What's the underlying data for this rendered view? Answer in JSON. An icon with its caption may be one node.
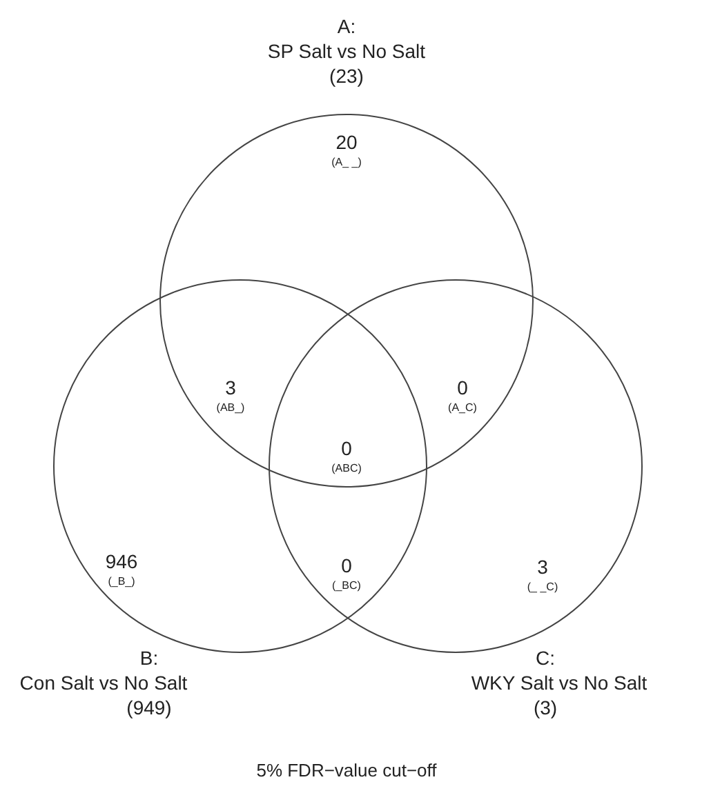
{
  "diagram": {
    "caption": "5% FDR−value cut−off",
    "nodes": [
      {
        "text": [
          "A:",
          "SP Salt vs No Salt",
          "(23)"
        ]
      },
      {
        "text": [
          "B:",
          "Con Salt vs No Salt",
          "(949)"
        ]
      },
      {
        "text": [
          "C:",
          "WKY Salt vs No Salt",
          "(3)"
        ]
      }
    ],
    "edges": [],
    "labels": [
      "20",
      "(A_ _)",
      "3",
      "(AB_)",
      "0",
      "(A_C)",
      "0",
      "(ABC)",
      "946",
      "(_B_)",
      "3",
      "(_ _C)",
      "0",
      "(_BC)"
    ]
  }
}
